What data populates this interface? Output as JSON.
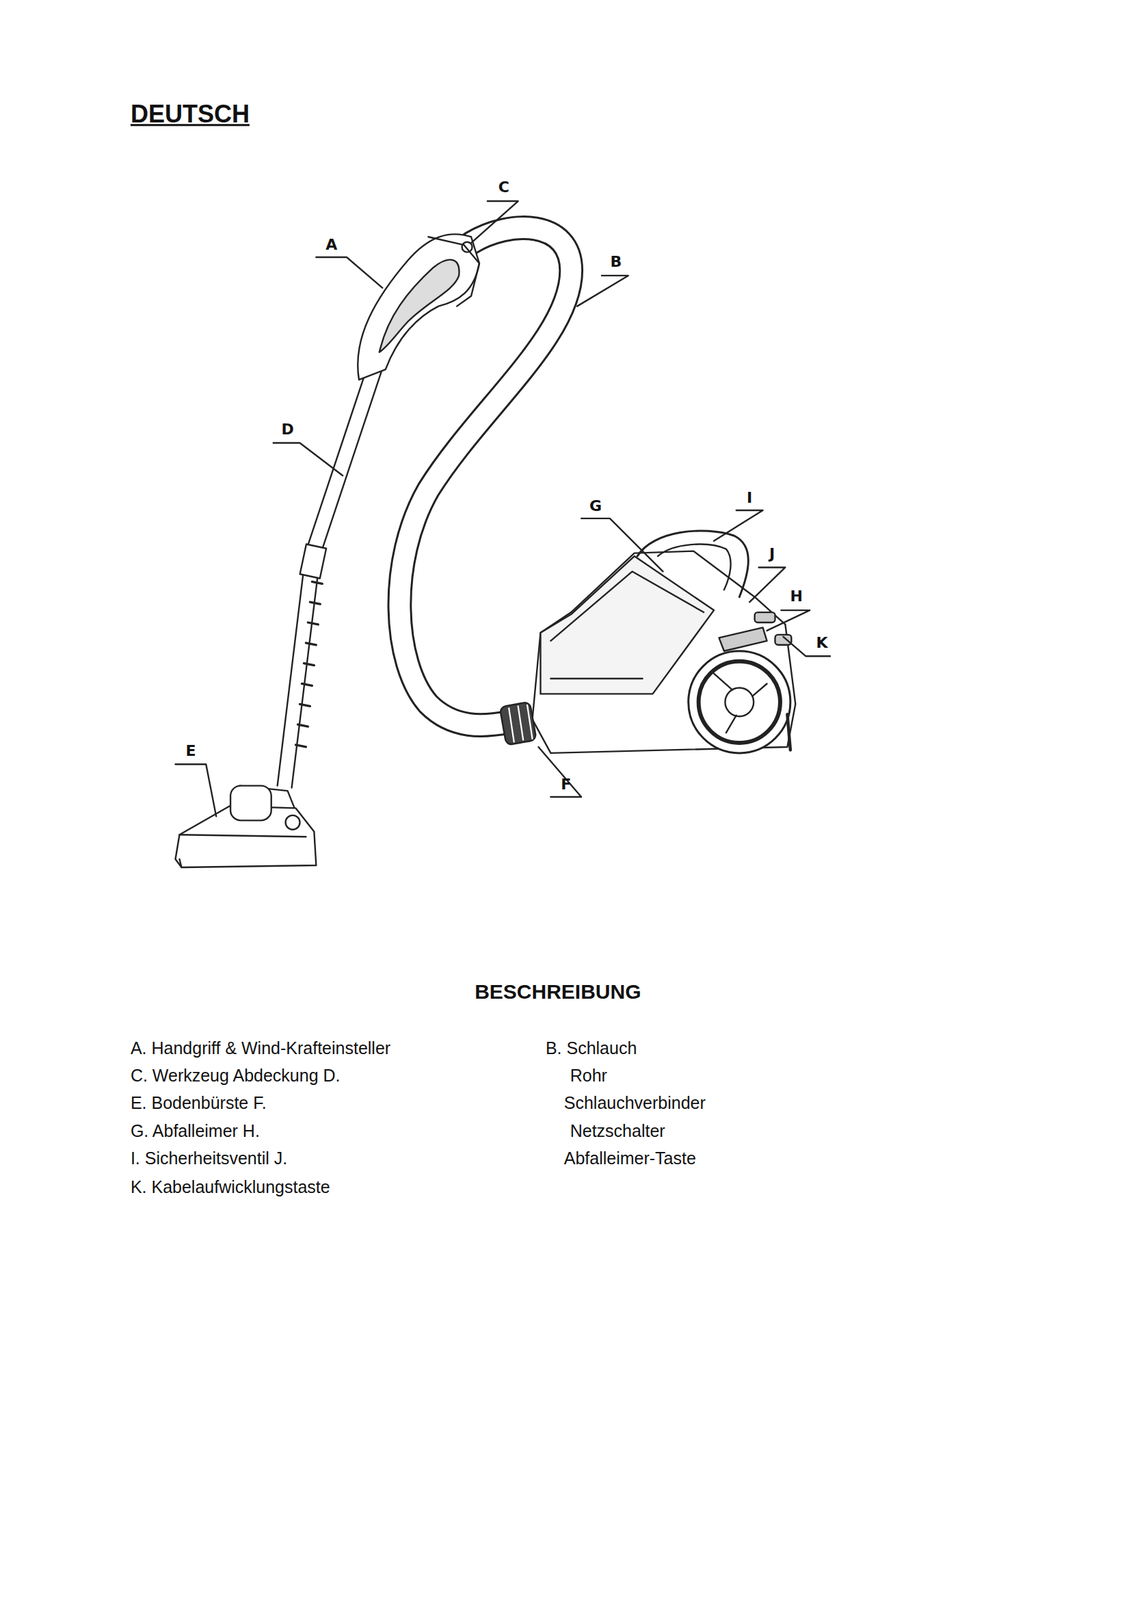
{
  "diagram": {
    "title": "DEUTSCH",
    "labels": [
      "C",
      "A",
      "B",
      "D",
      "G",
      "I",
      "J",
      "H",
      "K",
      "E",
      "F",
      "BESCHREIBUNG",
      "A. Handgriff & Wind-Krafteinsteller",
      "B. Schlauch",
      "C. Werkzeug Abdeckung D.",
      "Rohr",
      "E. Bodenbürste F.",
      "Schlauchverbinder",
      "G. Abfalleimer H.",
      "Netzschalter",
      "I. Sicherheitsventil J.",
      "Abfalleimer-Taste",
      "K. Kabelaufwicklungstaste"
    ]
  }
}
